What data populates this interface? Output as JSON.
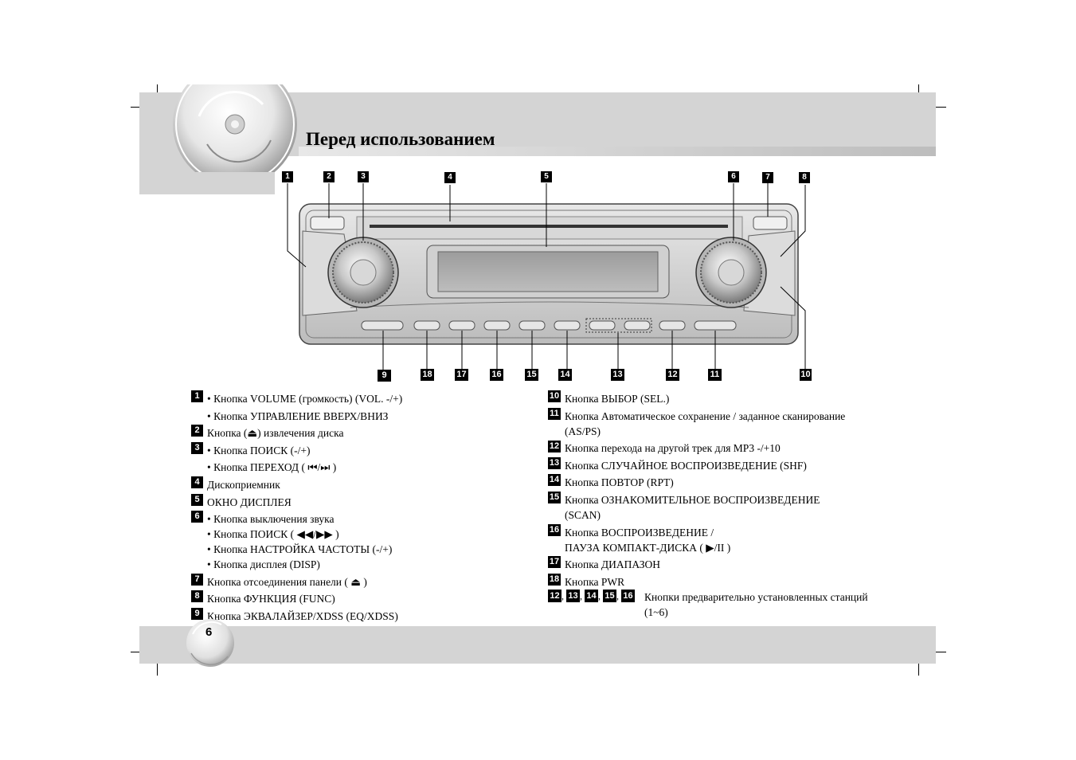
{
  "title": "Перед использованием",
  "page_number": "6",
  "diagram_numbers": [
    "1",
    "2",
    "3",
    "4",
    "5",
    "6",
    "7",
    "8",
    "9",
    "18",
    "17",
    "16",
    "15",
    "14",
    "13",
    "12",
    "11",
    "10"
  ],
  "legend_left": [
    {
      "num": "1",
      "lines": [
        "• Кнопка VOLUME (громкость) (VOL. -/+)",
        "• Кнопка УПРАВЛЕНИЕ ВВЕРХ/ВНИЗ"
      ]
    },
    {
      "num": "2",
      "lines": [
        "Кнопка (⏏) извлечения диска"
      ]
    },
    {
      "num": "3",
      "lines": [
        "• Кнопка ПОИСК (-/+)",
        "• Кнопка ПЕРЕХОД ( ⏮/⏭ )"
      ]
    },
    {
      "num": "4",
      "lines": [
        "Дископриемник"
      ]
    },
    {
      "num": "5",
      "lines": [
        "ОКНО ДИСПЛЕЯ"
      ]
    },
    {
      "num": "6",
      "lines": [
        "• Кнопка выключения звука",
        "• Кнопка ПОИСК ( ◀◀/▶▶ )",
        "• Кнопка НАСТРОЙКА ЧАСТОТЫ (-/+)",
        "• Кнопка дисплея (DISP)"
      ]
    },
    {
      "num": "7",
      "lines": [
        "Кнопка отсоединения панели ( ⏏ )"
      ]
    },
    {
      "num": "8",
      "lines": [
        "Кнопка ФУНКЦИЯ (FUNC)"
      ]
    },
    {
      "num": "9",
      "lines": [
        "Кнопка ЭКВАЛАЙЗЕР/XDSS (EQ/XDSS)"
      ]
    }
  ],
  "legend_right": [
    {
      "num": "10",
      "lines": [
        "Кнопка ВЫБОР (SEL.)"
      ]
    },
    {
      "num": "11",
      "lines": [
        "Кнопка Автоматическое сохранение / заданное сканирование",
        "(AS/PS)"
      ]
    },
    {
      "num": "12",
      "lines": [
        "Кнопка перехода на другой трек для MP3 -/+10"
      ]
    },
    {
      "num": "13",
      "lines": [
        "Кнопка СЛУЧАЙНОЕ ВОСПРОИЗВЕДЕНИЕ (SHF)"
      ]
    },
    {
      "num": "14",
      "lines": [
        "Кнопка ПОВТОР (RPT)"
      ]
    },
    {
      "num": "15",
      "lines": [
        "Кнопка ОЗНАКОМИТЕЛЬНОЕ ВОСПРОИЗВЕДЕНИЕ",
        "(SCAN)"
      ]
    },
    {
      "num": "16",
      "lines": [
        "Кнопка ВОСПРОИЗВЕДЕНИЕ /",
        "ПАУЗА КОМПАКТ-ДИСКА ( ▶/II )"
      ]
    },
    {
      "num": "17",
      "lines": [
        "Кнопка ДИАПАЗОН"
      ]
    },
    {
      "num": "18",
      "lines": [
        "Кнопка PWR"
      ]
    }
  ],
  "presets": {
    "nums": [
      "12",
      "13",
      "14",
      "15",
      "16"
    ],
    "separator": ",",
    "lines": [
      "Кнопки предварительно установленных станций",
      "(1~6)"
    ]
  }
}
